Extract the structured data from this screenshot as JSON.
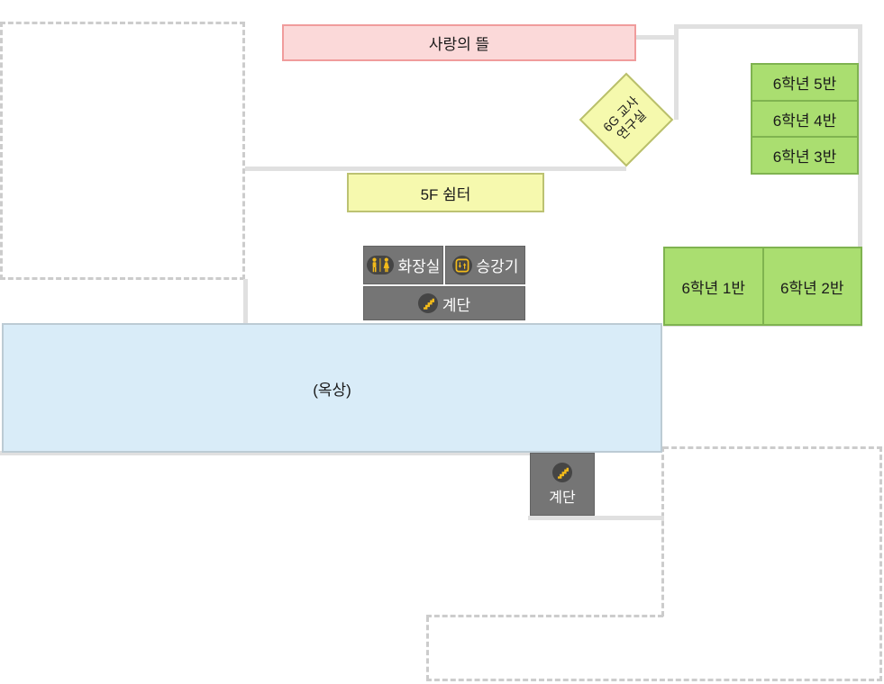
{
  "rooms": {
    "garden": {
      "label": "사랑의 뜰"
    },
    "teacher_office": {
      "line1": "6G 교사",
      "line2": "연구실"
    },
    "rest_area": {
      "label": "5F 쉼터"
    },
    "rooftop": {
      "label": "(옥상)"
    },
    "classes": [
      {
        "label": "6학년 5반"
      },
      {
        "label": "6학년 4반"
      },
      {
        "label": "6학년 3반"
      },
      {
        "label": "6학년 1반"
      },
      {
        "label": "6학년 2반"
      }
    ],
    "facilities": {
      "restroom": {
        "label": "화장실",
        "icon": "restroom-icon"
      },
      "elevator": {
        "label": "승강기",
        "icon": "elevator-icon"
      },
      "stairs_upper": {
        "label": "계단",
        "icon": "stairs-icon"
      },
      "stairs_lower": {
        "label": "계단",
        "icon": "stairs-icon"
      }
    }
  },
  "colors": {
    "garden_fill": "#fbd9d9",
    "garden_border": "#f09c9c",
    "office_fill": "#f5f9ad",
    "office_border": "#b9bf6b",
    "rest_fill": "#f6f9ae",
    "rest_border": "#bcc272",
    "class_fill": "#aade70",
    "class_border": "#7fb350",
    "rooftop_fill": "#d9ecf8",
    "rooftop_border": "#bccbd4",
    "facility_fill": "#757575",
    "facility_text": "#ffffff",
    "icon_accent": "#f2ba1a",
    "icon_bg": "#454545",
    "outline_solid": "#e0e0e0",
    "outline_dashed": "#cccccc"
  }
}
